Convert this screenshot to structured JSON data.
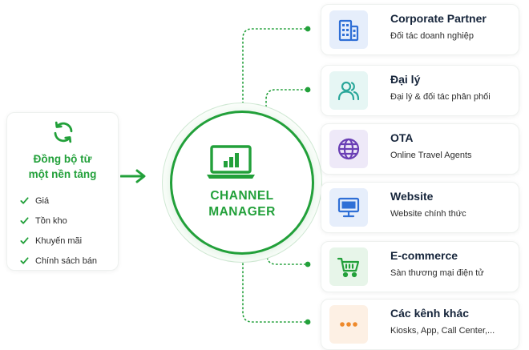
{
  "sync_panel": {
    "title_line1": "Đồng bộ từ",
    "title_line2": "một nền tảng",
    "items": [
      "Giá",
      "Tồn kho",
      "Khuyến mãi",
      "Chính sách bán"
    ]
  },
  "hub": {
    "line1": "CHANNEL",
    "line2": "MANAGER"
  },
  "channels": [
    {
      "title": "Corporate Partner",
      "subtitle": "Đối tác doanh nghiệp",
      "icon": "building-icon",
      "bg": "#e6eefb",
      "color": "#2f6fd6"
    },
    {
      "title": "Đại lý",
      "subtitle": "Đại lý & đối tác phân phối",
      "icon": "users-icon",
      "bg": "#e6f6f4",
      "color": "#2aa79a"
    },
    {
      "title": "OTA",
      "subtitle": "Online Travel Agents",
      "icon": "globe-icon",
      "bg": "#eee9f8",
      "color": "#6a3fb5"
    },
    {
      "title": "Website",
      "subtitle": "Website chính thức",
      "icon": "monitor-icon",
      "bg": "#e6eefb",
      "color": "#2f6fd6"
    },
    {
      "title": "E-commerce",
      "subtitle": "Sàn thương mại điện tử",
      "icon": "cart-icon",
      "bg": "#e7f5e9",
      "color": "#22a03a"
    },
    {
      "title": "Các kênh khác",
      "subtitle": "Kiosks, App, Call Center,...",
      "icon": "more-dots-icon",
      "bg": "#fdf0e4",
      "color": "#ee8a2c"
    }
  ],
  "colors": {
    "accent": "#22a03a"
  }
}
